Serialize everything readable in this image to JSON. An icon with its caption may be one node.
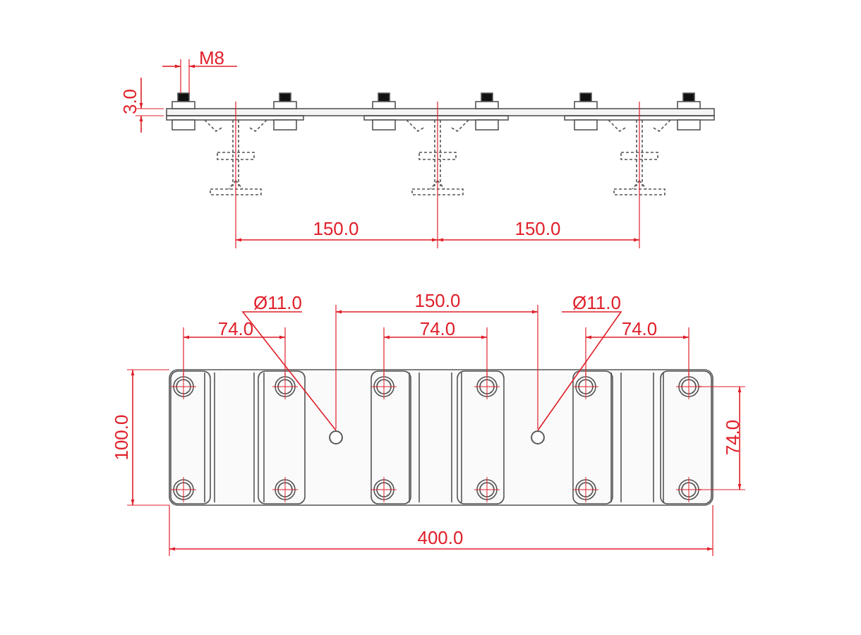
{
  "diagram": {
    "nodes": [
      {
        "text": [
          "Ø11.0"
        ]
      },
      {
        "text": [],
        "shape": "circle"
      },
      {
        "text": [
          "Ø11.0"
        ]
      },
      {
        "text": [],
        "shape": "circle"
      }
    ],
    "edges": [
      {
        "from": 0,
        "to": 1,
        "arrow": "none"
      },
      {
        "from": 2,
        "to": 3,
        "arrow": "none"
      }
    ],
    "labels": [
      "M8",
      "3.0",
      "150.0",
      "150.0",
      "150.0",
      "74.0",
      "74.0",
      "74.0",
      "100.0",
      "74.0",
      "400.0"
    ]
  }
}
